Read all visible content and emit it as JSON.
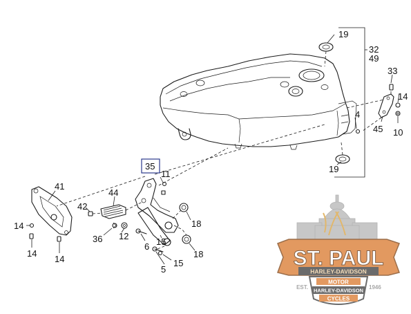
{
  "callouts": {
    "c19_top": "19",
    "c32": "32",
    "c49": "49",
    "c33": "33",
    "c14_right": "14",
    "c4": "4",
    "c45": "45",
    "c10": "10",
    "c19_bottom": "19",
    "c35": "35",
    "c11": "11",
    "c41": "41",
    "c44": "44",
    "c42": "42",
    "c14_left": "14",
    "c14_bl1": "14",
    "c14_bl2": "14",
    "c36": "36",
    "c12": "12",
    "c6": "6",
    "c15_a": "15",
    "c15_b": "15",
    "c5": "5",
    "c18_a": "18",
    "c18_b": "18"
  },
  "watermark": {
    "title": "ST. PAUL",
    "ribbon": "HARLEY-DAVIDSON",
    "badge_top": "MOTOR",
    "badge_mid": "HARLEY-DAVIDSON",
    "badge_bottom": "CYCLES",
    "est": "EST.",
    "year": "1946"
  },
  "colors": {
    "line": "#1a1a1a",
    "watermark_orange": "#d9772b",
    "watermark_gray": "#a9a9a9",
    "highlight_box": "#2b3a8c"
  }
}
